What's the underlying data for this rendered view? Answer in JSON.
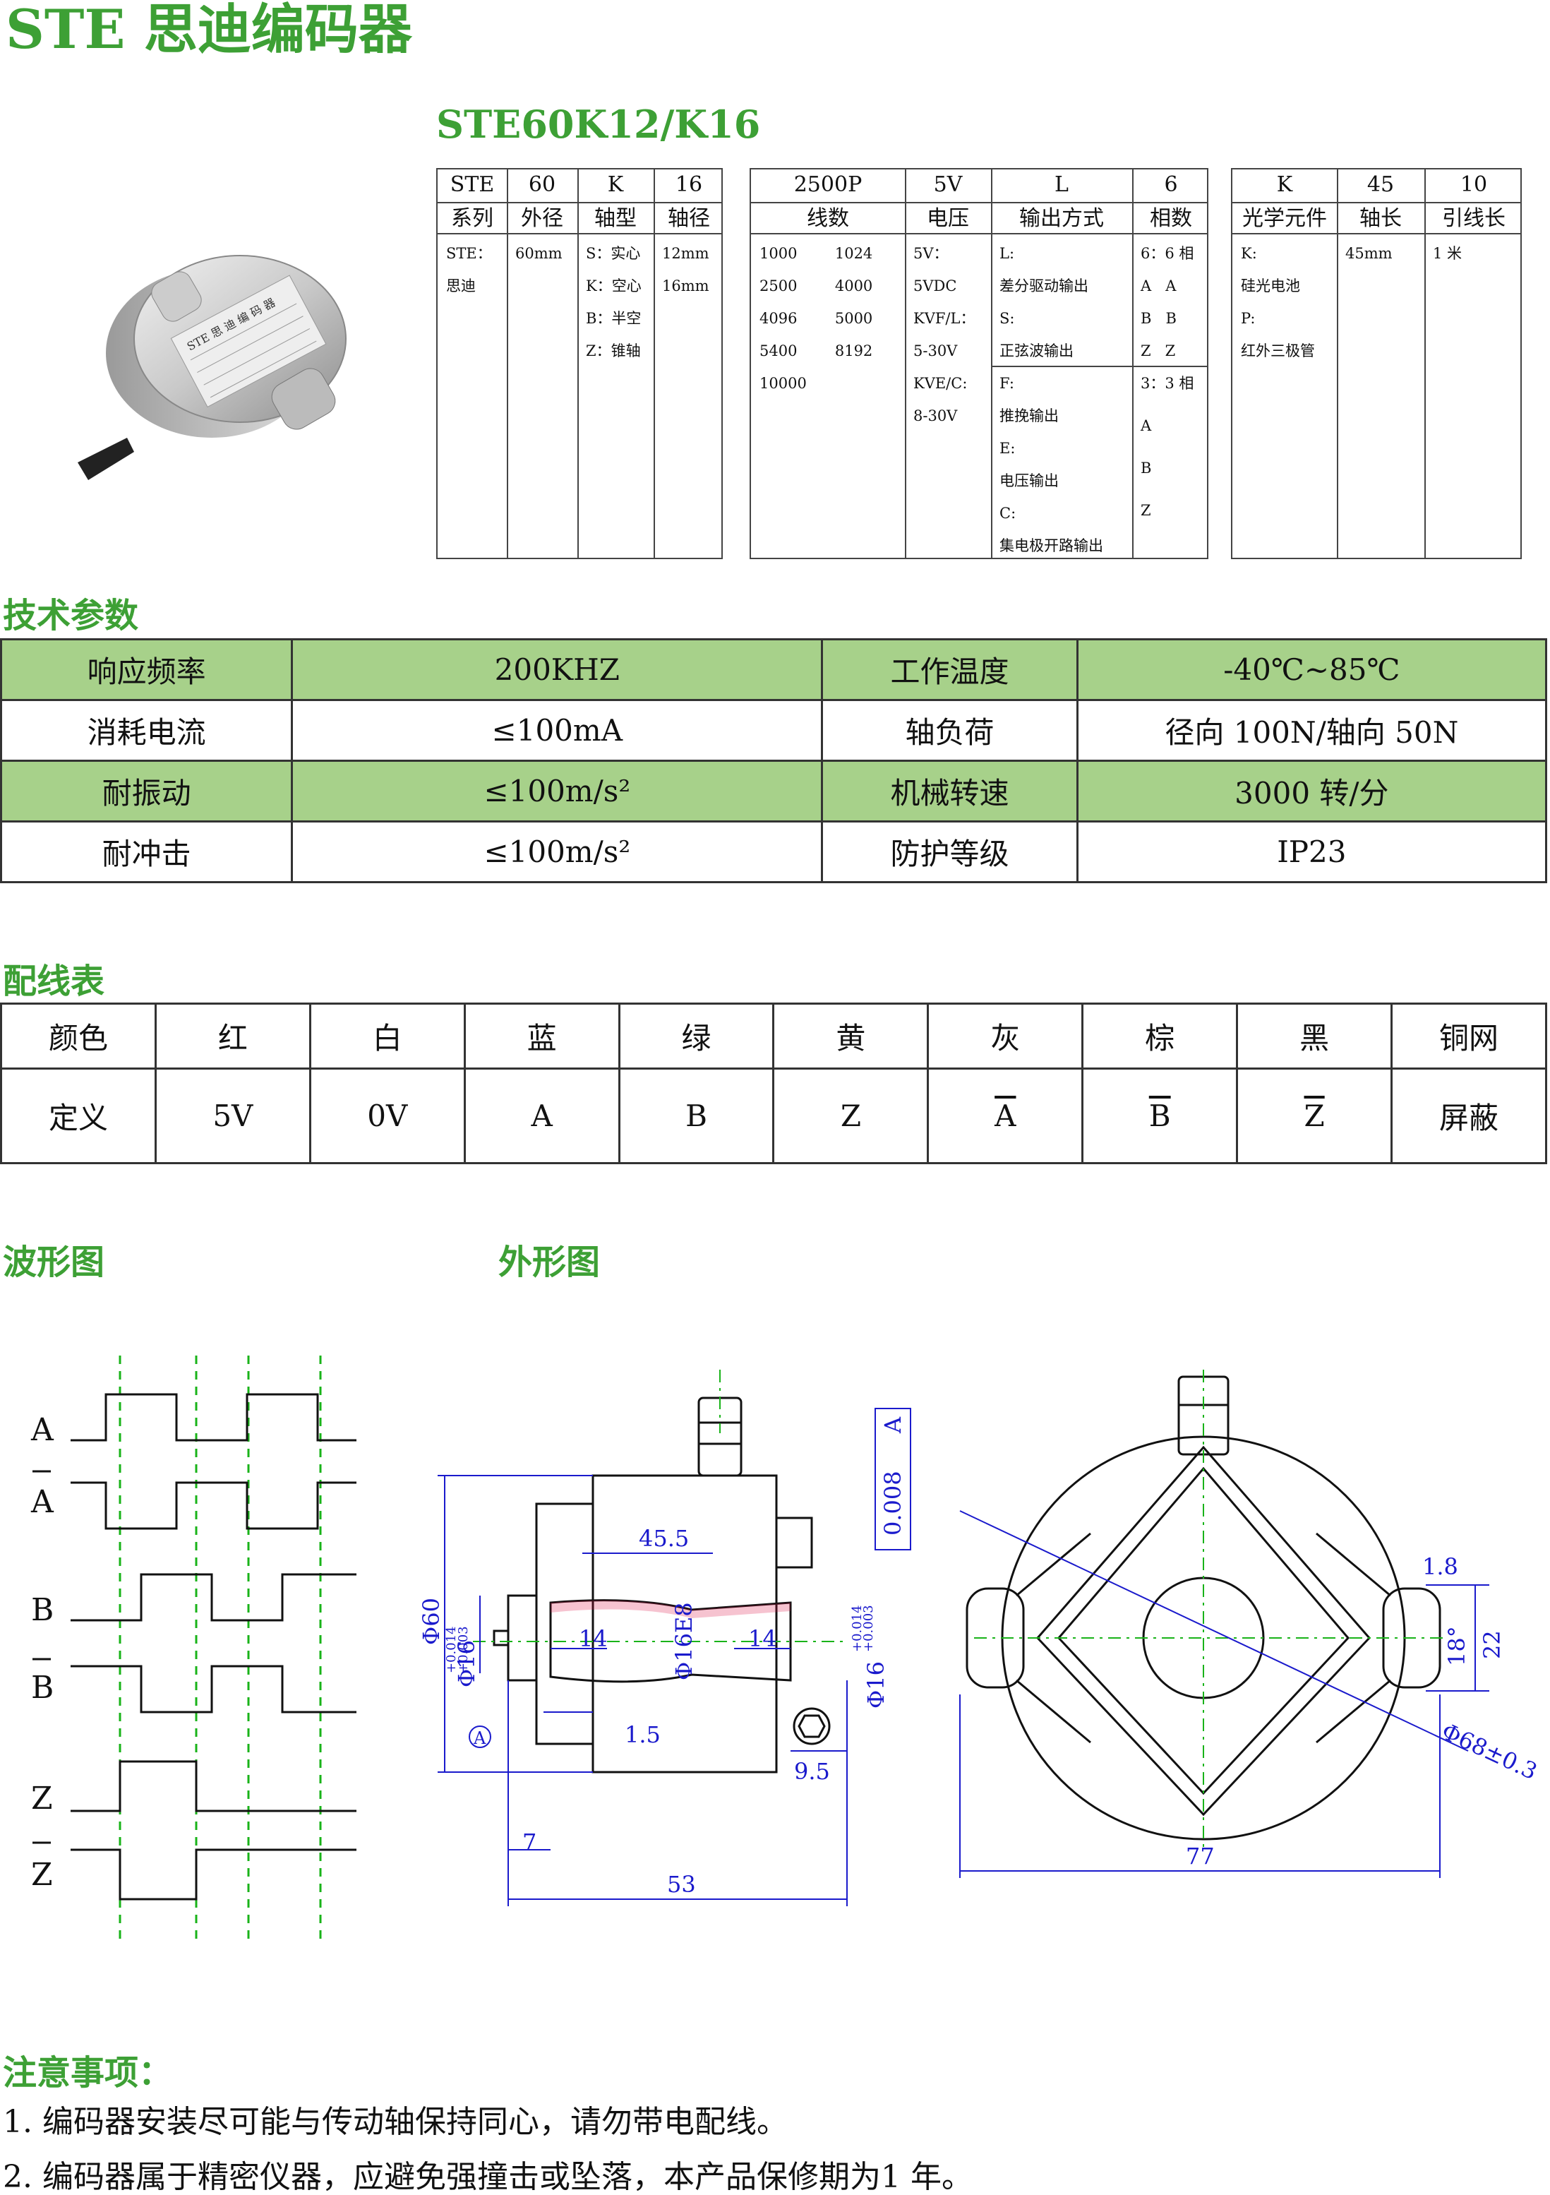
{
  "header": {
    "brand": "STE 思迪编码器",
    "model": "STE60K12/K16"
  },
  "order_code": {
    "group1": {
      "codes": [
        "STE",
        "60",
        "K",
        "16"
      ],
      "labels": [
        "系列",
        "外径",
        "轴型",
        "轴径"
      ],
      "col1": "STE：\n思迪",
      "col2": "60mm",
      "col3": "S：实心\nK：空心\nB：半空\nZ：锥轴",
      "col4": "12mm\n16mm"
    },
    "group2": {
      "codes": [
        "2500P",
        "5V",
        "L",
        "6"
      ],
      "labels": [
        "线数",
        "电压",
        "输出方式",
        "相数"
      ],
      "col1": "1000        1024\n2500        4000\n4096        5000\n5400        8192\n10000",
      "col2": "5V：\n5VDC\nKVF/L：\n5-30V\nKVE/C:\n8-30V",
      "col3a": "L:\n差分驱动输出\nS:\n正弦波输出",
      "col3b": "F:\n推挽输出\nE:\n电压输出\nC:\n集电极开路输出",
      "col4a": "6：6 相\nA   A\nB   B\nZ   Z",
      "col4b": "3：3 相\n\nA\n\nB\n\nZ"
    },
    "group3": {
      "codes": [
        "K",
        "45",
        "10"
      ],
      "labels": [
        "光学元件",
        "轴长",
        "引线长"
      ],
      "col1": "K:\n硅光电池\nP:\n红外三极管",
      "col2": "45mm",
      "col3": "1 米"
    }
  },
  "sections": {
    "tech": "技术参数",
    "wiring": "配线表",
    "waveform": "波形图",
    "outline": "外形图",
    "notes": "注意事项："
  },
  "tech_table": [
    [
      "响应频率",
      "200KHZ",
      "工作温度",
      "-40℃~85℃"
    ],
    [
      "消耗电流",
      "≤100mA",
      "轴负荷",
      "径向 100N/轴向 50N"
    ],
    [
      "耐振动",
      "≤100m/s²",
      "机械转速",
      "3000 转/分"
    ],
    [
      "耐冲击",
      "≤100m/s²",
      "防护等级",
      "IP23"
    ]
  ],
  "wiring_table": {
    "colors": [
      "颜色",
      "红",
      "白",
      "蓝",
      "绿",
      "黄",
      "灰",
      "棕",
      "黑",
      "铜网"
    ],
    "defs": [
      "定义",
      "5V",
      "0V",
      "A",
      "B",
      "Z",
      "A",
      "B",
      "Z",
      "屏蔽"
    ]
  },
  "waveform_labels": [
    "A",
    "A",
    "B",
    "B",
    "Z",
    "Z"
  ],
  "dimensions": {
    "side": [
      "45.5",
      "Φ60",
      "Φ16",
      "+0.014",
      "+0.003",
      "14",
      "Φ16E8",
      "14",
      "+0.014",
      "+0.003",
      "Φ16",
      "1.5",
      "9.5",
      "7",
      "53",
      "A",
      "0.008",
      "A"
    ],
    "front": [
      "1.8",
      "18°",
      "22",
      "Φ68±0.3",
      "77"
    ]
  },
  "notes": [
    "1.    编码器安装尽可能与传动轴保持同心，请勿带电配线。",
    "2.    编码器属于精密仪器，应避免强撞击或坠落，本产品保修期为1 年。"
  ],
  "colors": {
    "accent": "#3da035",
    "table_fill": "#a7d18a",
    "dim": "#1a1acc",
    "center": "#19b319"
  }
}
